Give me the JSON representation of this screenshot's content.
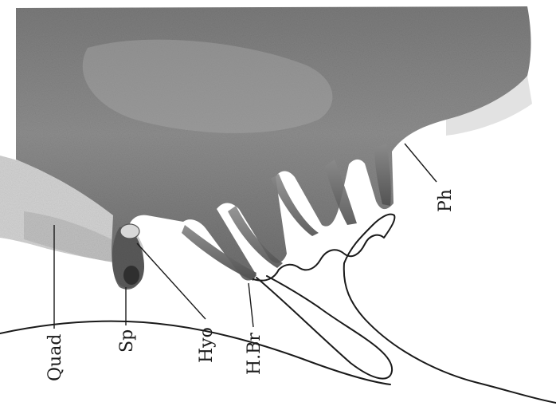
{
  "figure": {
    "labels": {
      "quad": "Quad",
      "sp": "Sp",
      "hyo": "Hyo",
      "hbr": "H.Br",
      "ph": "Ph"
    }
  },
  "colors": {
    "tissue_dark": "#6f6f6f",
    "tissue_mid": "#9a9a9a",
    "tissue_light": "#c9c9c9",
    "paper": "#ffffff",
    "ink": "#1a1a1a"
  }
}
